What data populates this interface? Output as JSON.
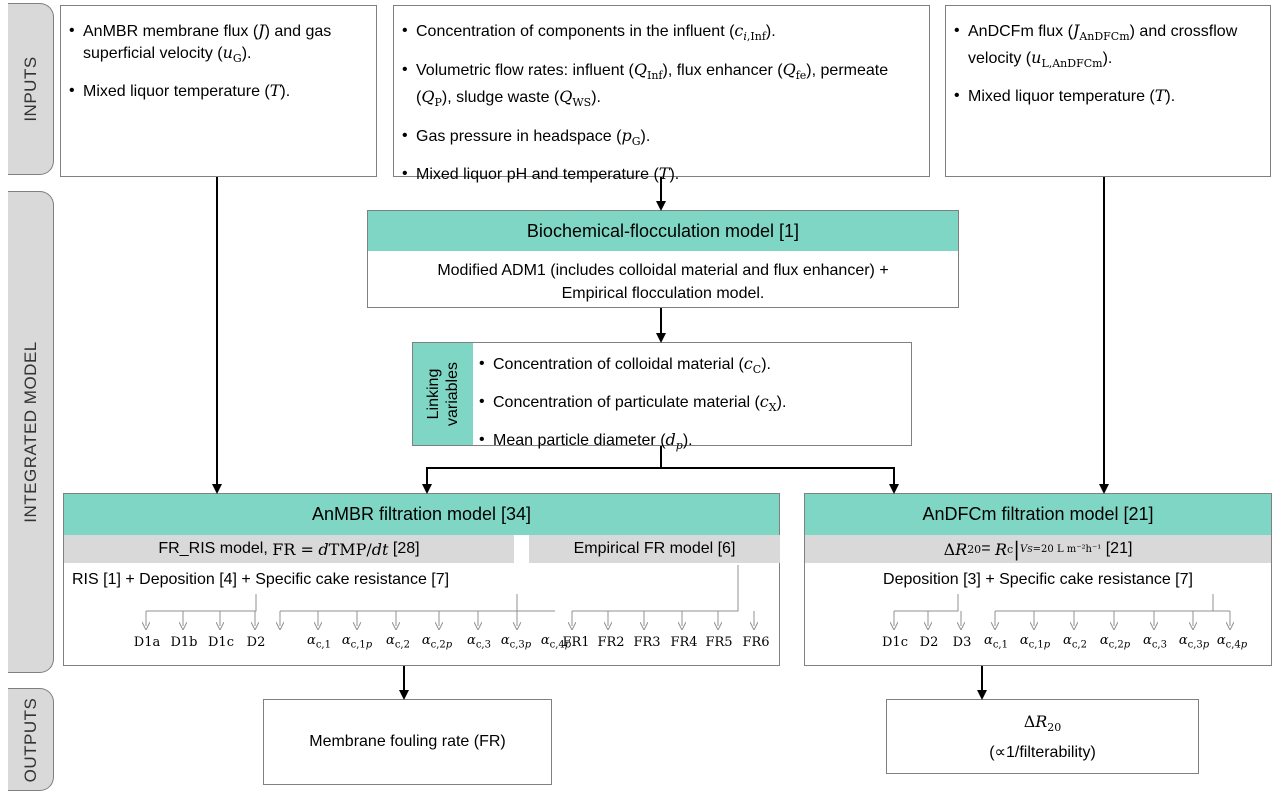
{
  "sections": {
    "inputs": "INPUTS",
    "integrated": "INTEGRATED MODEL",
    "outputs": "OUTPUTS"
  },
  "inputs_left": {
    "items": [
      "AnMBR membrane flux (J) and gas superficial velocity (u_G).",
      "Mixed liquor temperature (T)."
    ]
  },
  "inputs_center": {
    "items": [
      "Concentration of components in the influent (c_i,Inf).",
      "Volumetric flow rates: influent (Q_Inf), flux enhancer (Q_fe), permeate (Q_P), sludge waste (Q_WS).",
      "Gas pressure in headspace (p_G).",
      "Mixed liquor pH and temperature (T)."
    ]
  },
  "inputs_right": {
    "items": [
      "AnDCFm flux (J_AnDFCm) and crossflow velocity (u_L,AnDFCm).",
      "Mixed liquor temperature (T)."
    ]
  },
  "biochem": {
    "title": "Biochemical-flocculation model [1]",
    "body_line1": "Modified ADM1 (includes colloidal material and flux enhancer) +",
    "body_line2": "Empirical flocculation model."
  },
  "linking": {
    "label": "Linking variables",
    "items": [
      "Concentration of colloidal material (c_C).",
      "Concentration of particulate material (c_X).",
      "Mean particle diameter (d_p)."
    ]
  },
  "anmbr": {
    "title": "AnMBR filtration model [34]",
    "frris_label": "FR_RIS model, FR = dTMP/dt [28]",
    "empirical_label": "Empirical FR model [6]",
    "params_line": "RIS [1] + Deposition [4] + Specific cake resistance [7]",
    "labels_dep": [
      "D1a",
      "D1b",
      "D1c",
      "D2"
    ],
    "labels_alpha": [
      "α_c,1",
      "α_c,1p",
      "α_c,2",
      "α_c,2p",
      "α_c,3",
      "α_c,3p",
      "α_c,4p"
    ],
    "labels_fr": [
      "FR1",
      "FR2",
      "FR3",
      "FR4",
      "FR5",
      "FR6"
    ]
  },
  "andfcm": {
    "title": "AnDFCm filtration model [21]",
    "sub_label": "ΔR_20 = R_c|V_S=20 L m⁻² h⁻¹ [21]",
    "params_line": "Deposition [3] + Specific cake resistance [7]",
    "labels_dep": [
      "D1c",
      "D2",
      "D3"
    ],
    "labels_alpha": [
      "α_c,1",
      "α_c,1p",
      "α_c,2",
      "α_c,2p",
      "α_c,3",
      "α_c,3p",
      "α_c,4p"
    ]
  },
  "outputs": {
    "left": "Membrane fouling rate (FR)",
    "right_line1": "ΔR_20",
    "right_line2": "(∝1/filterability)"
  }
}
